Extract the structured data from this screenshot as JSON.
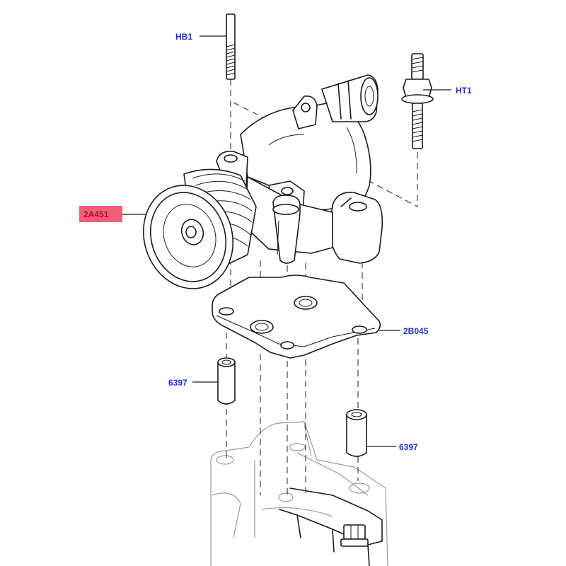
{
  "colors": {
    "callout_text": "#2233bb",
    "highlight_fill": "#e8506a",
    "highlight_text": "#b0102c",
    "line": "#1a1a1a"
  },
  "callouts": {
    "hb1": "HB1",
    "ht1": "HT1",
    "pump": "2A451",
    "bracket": "2B045",
    "dowel_left": "6397",
    "dowel_right": "6397"
  }
}
